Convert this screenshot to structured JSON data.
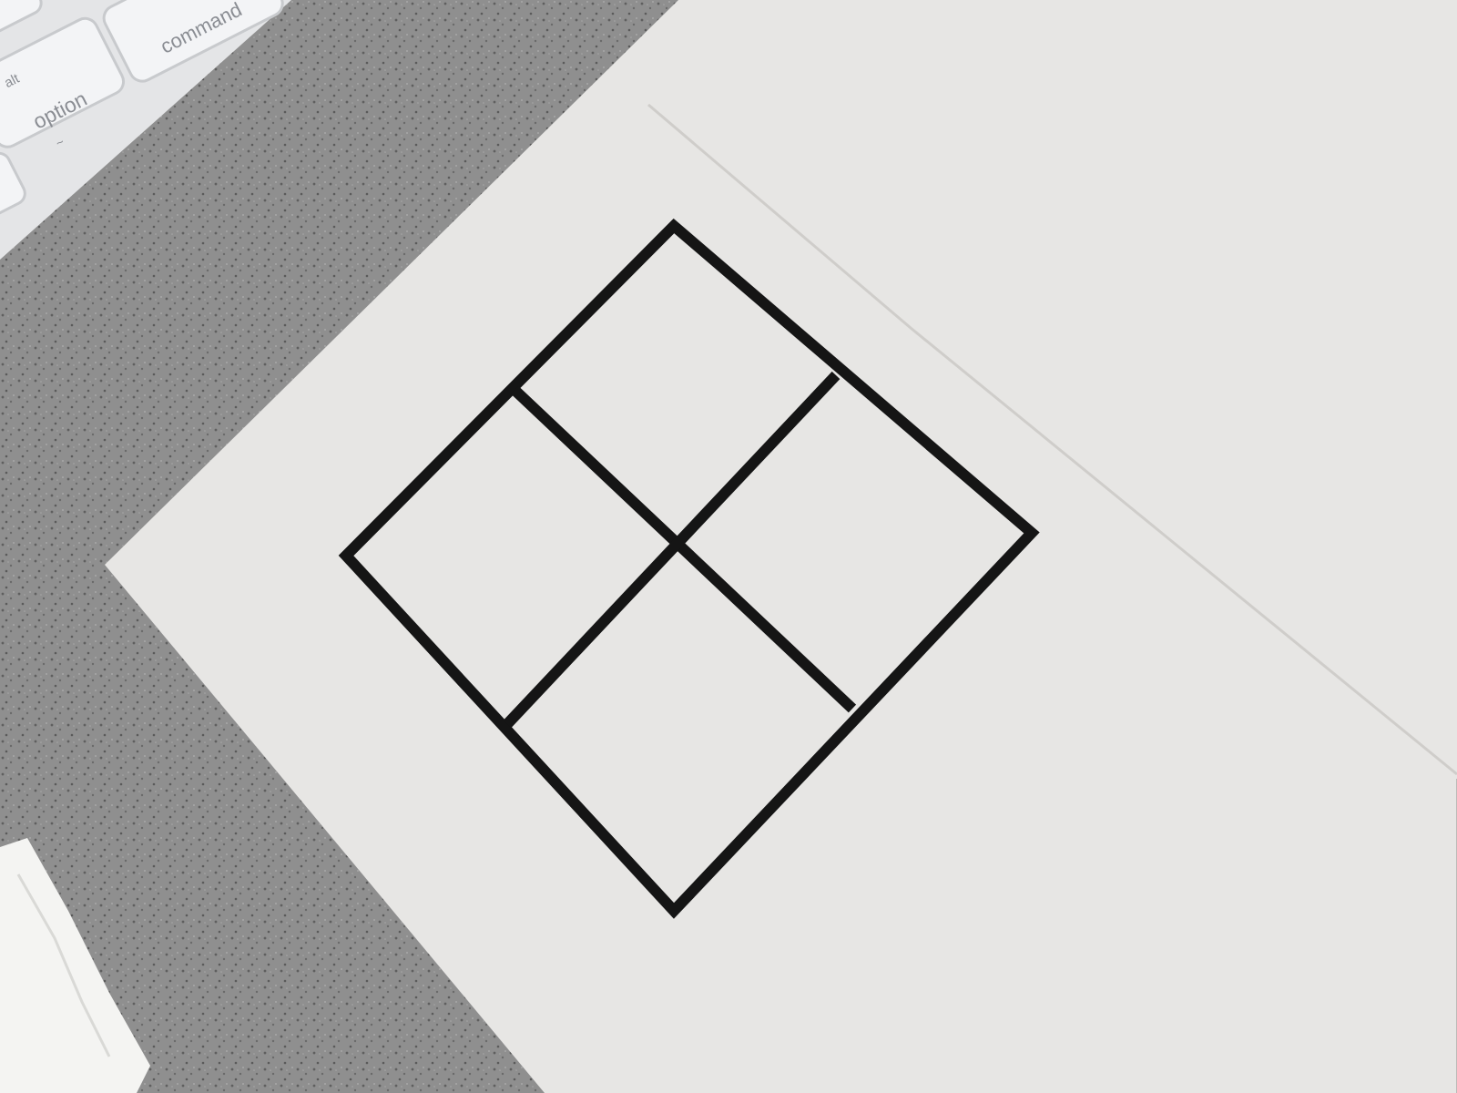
{
  "scene": {
    "description_free": true,
    "colors": {
      "desk": "#8f8f8f",
      "desk_speckle": "#5f5f5f",
      "paper": "#e7e6e4",
      "paper_back": "#dad8d6",
      "paper_shadow": "#bdbbb8",
      "ink": "#151515",
      "keyboard_body": "#e9eaec",
      "key_face": "#f3f4f6",
      "key_edge": "#c8cacd",
      "tissue": "#f4f4f2"
    }
  },
  "keyboard": {
    "keys": {
      "option_label": "option",
      "option_glyph": "~",
      "alt_label": "alt",
      "command_label": "command"
    }
  },
  "drawing": {
    "shape": "square-grid-2x2",
    "rotation_deg": 45,
    "cells": 4,
    "stroke_color": "#151515"
  }
}
